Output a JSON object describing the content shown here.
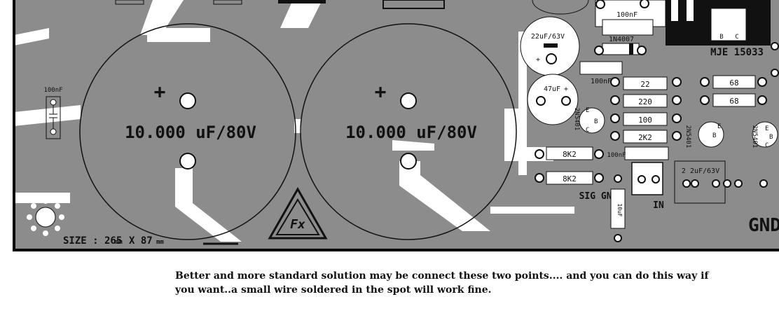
{
  "pcb": {
    "colors": {
      "board": "#8c8c8c",
      "copper": "#ffffff",
      "ink": "#111111",
      "border": "#000000"
    },
    "capacitors": {
      "c1_label": "10.000 uF/80V",
      "c2_label": "10.000 uF/80V",
      "plus_sign": "+"
    },
    "labels": {
      "small_cap_left": "100nF",
      "size_text": "SIZE : 265",
      "size_unit_1": "mm",
      "size_x": "X 87",
      "size_unit_2": "mm",
      "cap_22uf": "22uF/63V",
      "cap_22uf_plus": "+",
      "cap_47uf": "47uF",
      "cap_47uf_plus": "+",
      "diode": "1N4007",
      "nf_top": "100nF",
      "nf_mid_left": "100nF",
      "nf_right": "100nF",
      "r_22": "22",
      "r_220": "220",
      "r_100": "100",
      "r_2k2": "2K2",
      "r_8k2_a": "8K2",
      "r_8k2_b": "8K2",
      "r_68_a": "68",
      "r_68_b": "68",
      "transistor_big": "MJE 15033",
      "pin_b": "B",
      "pin_c": "C",
      "pin_e": "E",
      "t1": "2N5401",
      "t2": "2N5401",
      "t3": "2N5401",
      "t1_e": "E",
      "t1_b": "B",
      "t1_c": "C",
      "t2_b": "B",
      "t2_e": "E",
      "t3_e": "E",
      "t3_b": "B",
      "t3_c": "C",
      "sig_gnd": "SIG GND",
      "input": "IN",
      "cap_right": "2 2uF/63V",
      "gnd": "GND",
      "vertical_cap": "10uF"
    }
  },
  "caption": {
    "line1": "Better and more standard solution may be connect these two points.... and you can do this way if",
    "line2": "you want..a small wire soldered in the spot will work fine."
  }
}
